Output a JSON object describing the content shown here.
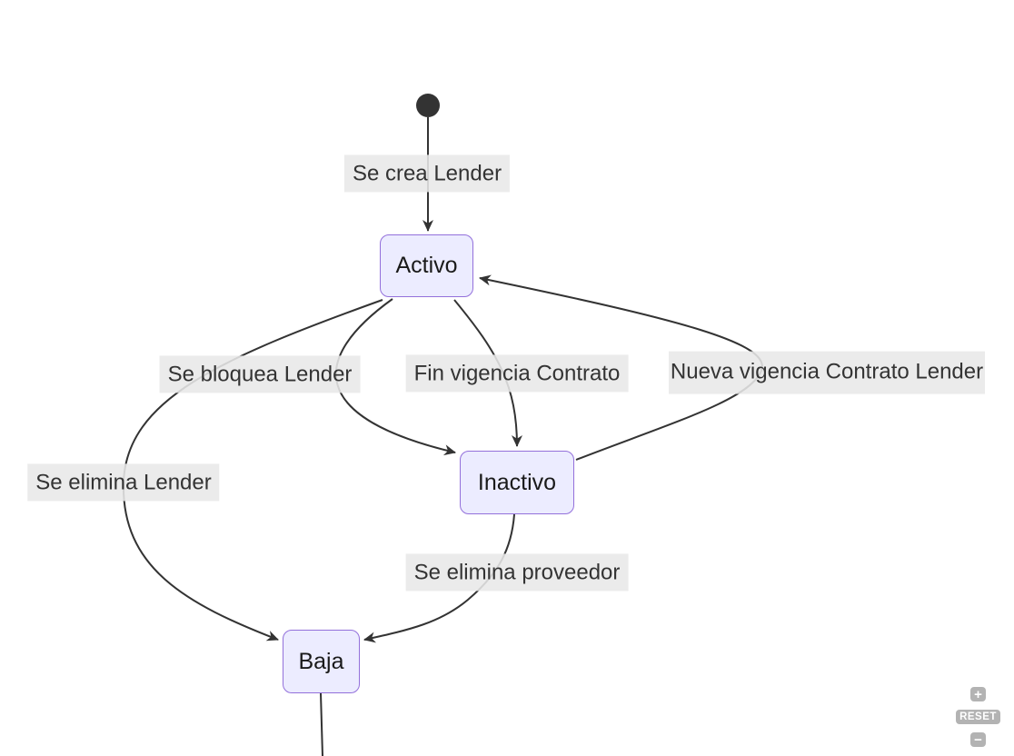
{
  "diagram": {
    "type": "state-diagram",
    "language": "es",
    "start_node": {
      "shape": "filled-circle"
    },
    "states": [
      {
        "id": "activo",
        "label": "Activo"
      },
      {
        "id": "inactivo",
        "label": "Inactivo"
      },
      {
        "id": "baja",
        "label": "Baja"
      }
    ],
    "transitions": [
      {
        "from": "start",
        "to": "activo",
        "label": "Se crea Lender"
      },
      {
        "from": "activo",
        "to": "inactivo",
        "label": "Se bloquea Lender"
      },
      {
        "from": "activo",
        "to": "inactivo",
        "label": "Fin vigencia Contrato"
      },
      {
        "from": "inactivo",
        "to": "activo",
        "label": "Nueva vigencia Contrato Lender"
      },
      {
        "from": "activo",
        "to": "baja",
        "label": "Se elimina Lender"
      },
      {
        "from": "inactivo",
        "to": "baja",
        "label": "Se elimina proveedor"
      },
      {
        "from": "baja",
        "to": "offscreen",
        "label": ""
      }
    ],
    "colors": {
      "state_fill": "#ECECFF",
      "state_border": "#9370DB",
      "edge_stroke": "#333333",
      "edge_label_bg": "#e8e8e8",
      "text": "#333333",
      "start_dot": "#333333"
    }
  },
  "controls": {
    "zoom_in_label": "+",
    "reset_label": "RESET",
    "zoom_out_label": "−"
  }
}
